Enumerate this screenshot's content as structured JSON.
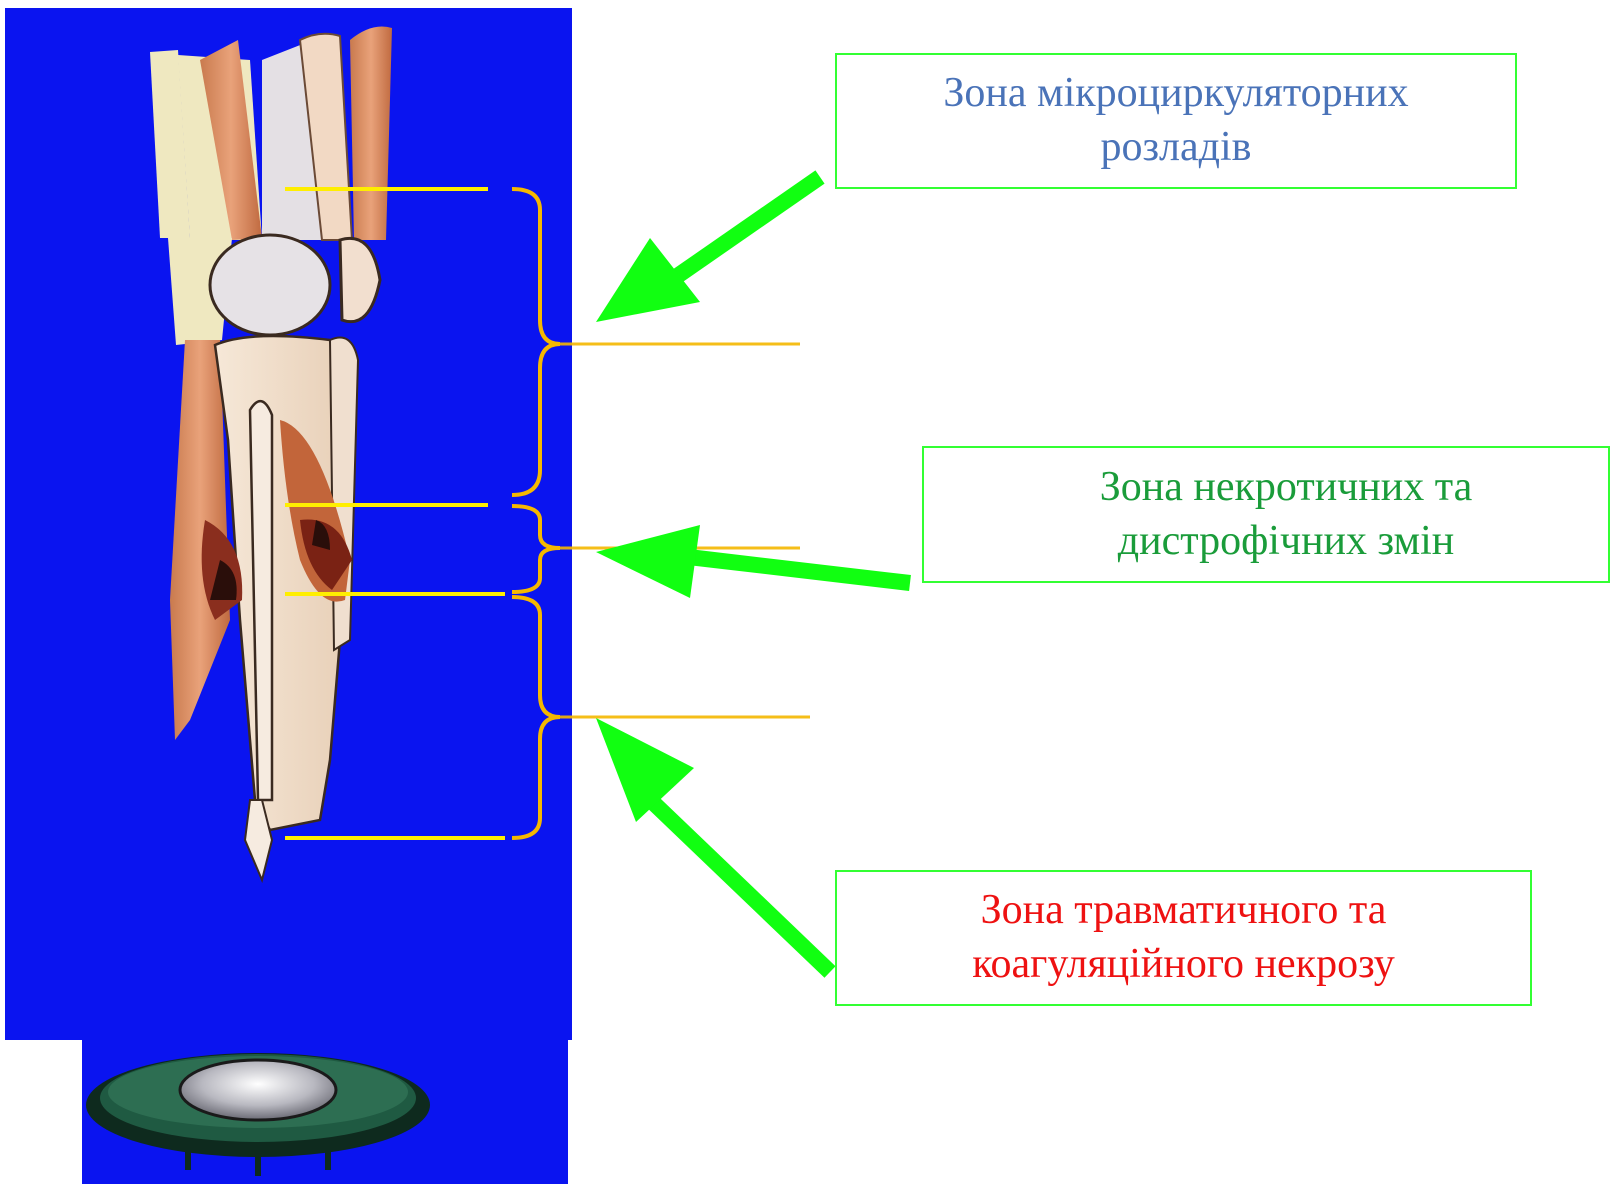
{
  "zones": [
    {
      "id": "micro",
      "label": "Зона мікроциркуляторних\nрозладів",
      "color": "#4a73b8"
    },
    {
      "id": "necrotic",
      "label": "Зона некротичних та\nдистрофічних змін",
      "color": "#1a9c3a"
    },
    {
      "id": "trauma",
      "label": "Зона травматичного та\nкоагуляційного некрозу",
      "color": "#ee1111"
    }
  ],
  "colors": {
    "background_panel": "#0a14f0",
    "bracket": "#f5b800",
    "marker_line": "#ffee00",
    "arrow": "#11ff11",
    "box_border": "#33ff33"
  },
  "illustration": "limb-stump-cross-section"
}
